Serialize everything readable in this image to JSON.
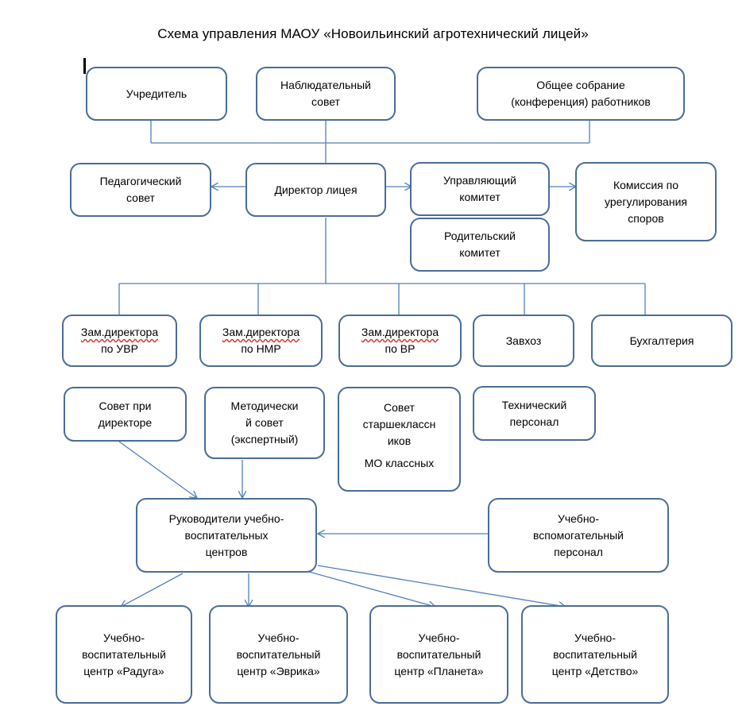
{
  "title": "Схема управления МАОУ «Новоильинский агротехнический лицей»",
  "stray_mark": "I",
  "nodes": {
    "uchreditel": {
      "lines": [
        "Учредитель"
      ]
    },
    "nabl_sovet": {
      "lines": [
        "Наблюдательный",
        "совет"
      ]
    },
    "obshchee": {
      "lines": [
        "Общее собрание",
        "(конференция) работников"
      ]
    },
    "ped_sovet": {
      "lines": [
        "Педагогический",
        "совет"
      ]
    },
    "direktor": {
      "lines": [
        "Директор лицея"
      ]
    },
    "upr_komitet": {
      "lines": [
        "Управляющий",
        "комитет"
      ]
    },
    "komissiya": {
      "lines": [
        "Комиссия по",
        "урегулирования",
        "споров"
      ]
    },
    "rod_komitet": {
      "lines": [
        "Родительский",
        "комитет"
      ]
    },
    "zam_uvr": {
      "lines": [
        "Зам.директора",
        "по УВР"
      ]
    },
    "zam_nmr": {
      "lines": [
        "Зам.директора",
        "по НМР"
      ]
    },
    "zam_vr": {
      "lines": [
        "Зам.директора",
        "по ВР"
      ]
    },
    "zavkhoz": {
      "lines": [
        "Завхоз"
      ]
    },
    "bukhgalteriya": {
      "lines": [
        "Бухгалтерия"
      ]
    },
    "sovet_pri_dir": {
      "lines": [
        "Совет при",
        "директоре"
      ]
    },
    "metod_sovet": {
      "lines": [
        "Методически",
        "й совет",
        "(экспертный)"
      ]
    },
    "sovet_starsh": {
      "lines": [
        "Совет",
        "старшеклассн",
        "иков"
      ],
      "extra": "МО классных"
    },
    "tekh_personal": {
      "lines": [
        "Технический",
        "персонал"
      ]
    },
    "rukovoditeli": {
      "lines": [
        "Руководители учебно-",
        "воспитательных",
        "центров"
      ]
    },
    "uchebno_vsp": {
      "lines": [
        "Учебно-",
        "вспомогательный",
        "персонал"
      ]
    },
    "raduga": {
      "lines": [
        "Учебно-",
        "воспитательный",
        "центр «Радуга»"
      ]
    },
    "evrika": {
      "lines": [
        "Учебно-",
        "воспитательный",
        "центр «Эврика»"
      ]
    },
    "planeta": {
      "lines": [
        "Учебно-",
        "воспитательный",
        "центр «Планета»"
      ]
    },
    "detstvo": {
      "lines": [
        "Учебно-",
        "воспитательный",
        "центр «Детство»"
      ]
    }
  },
  "colors": {
    "border": "#4a6d99",
    "connector": "#4f81bd",
    "spellcheck": "#d83030"
  }
}
